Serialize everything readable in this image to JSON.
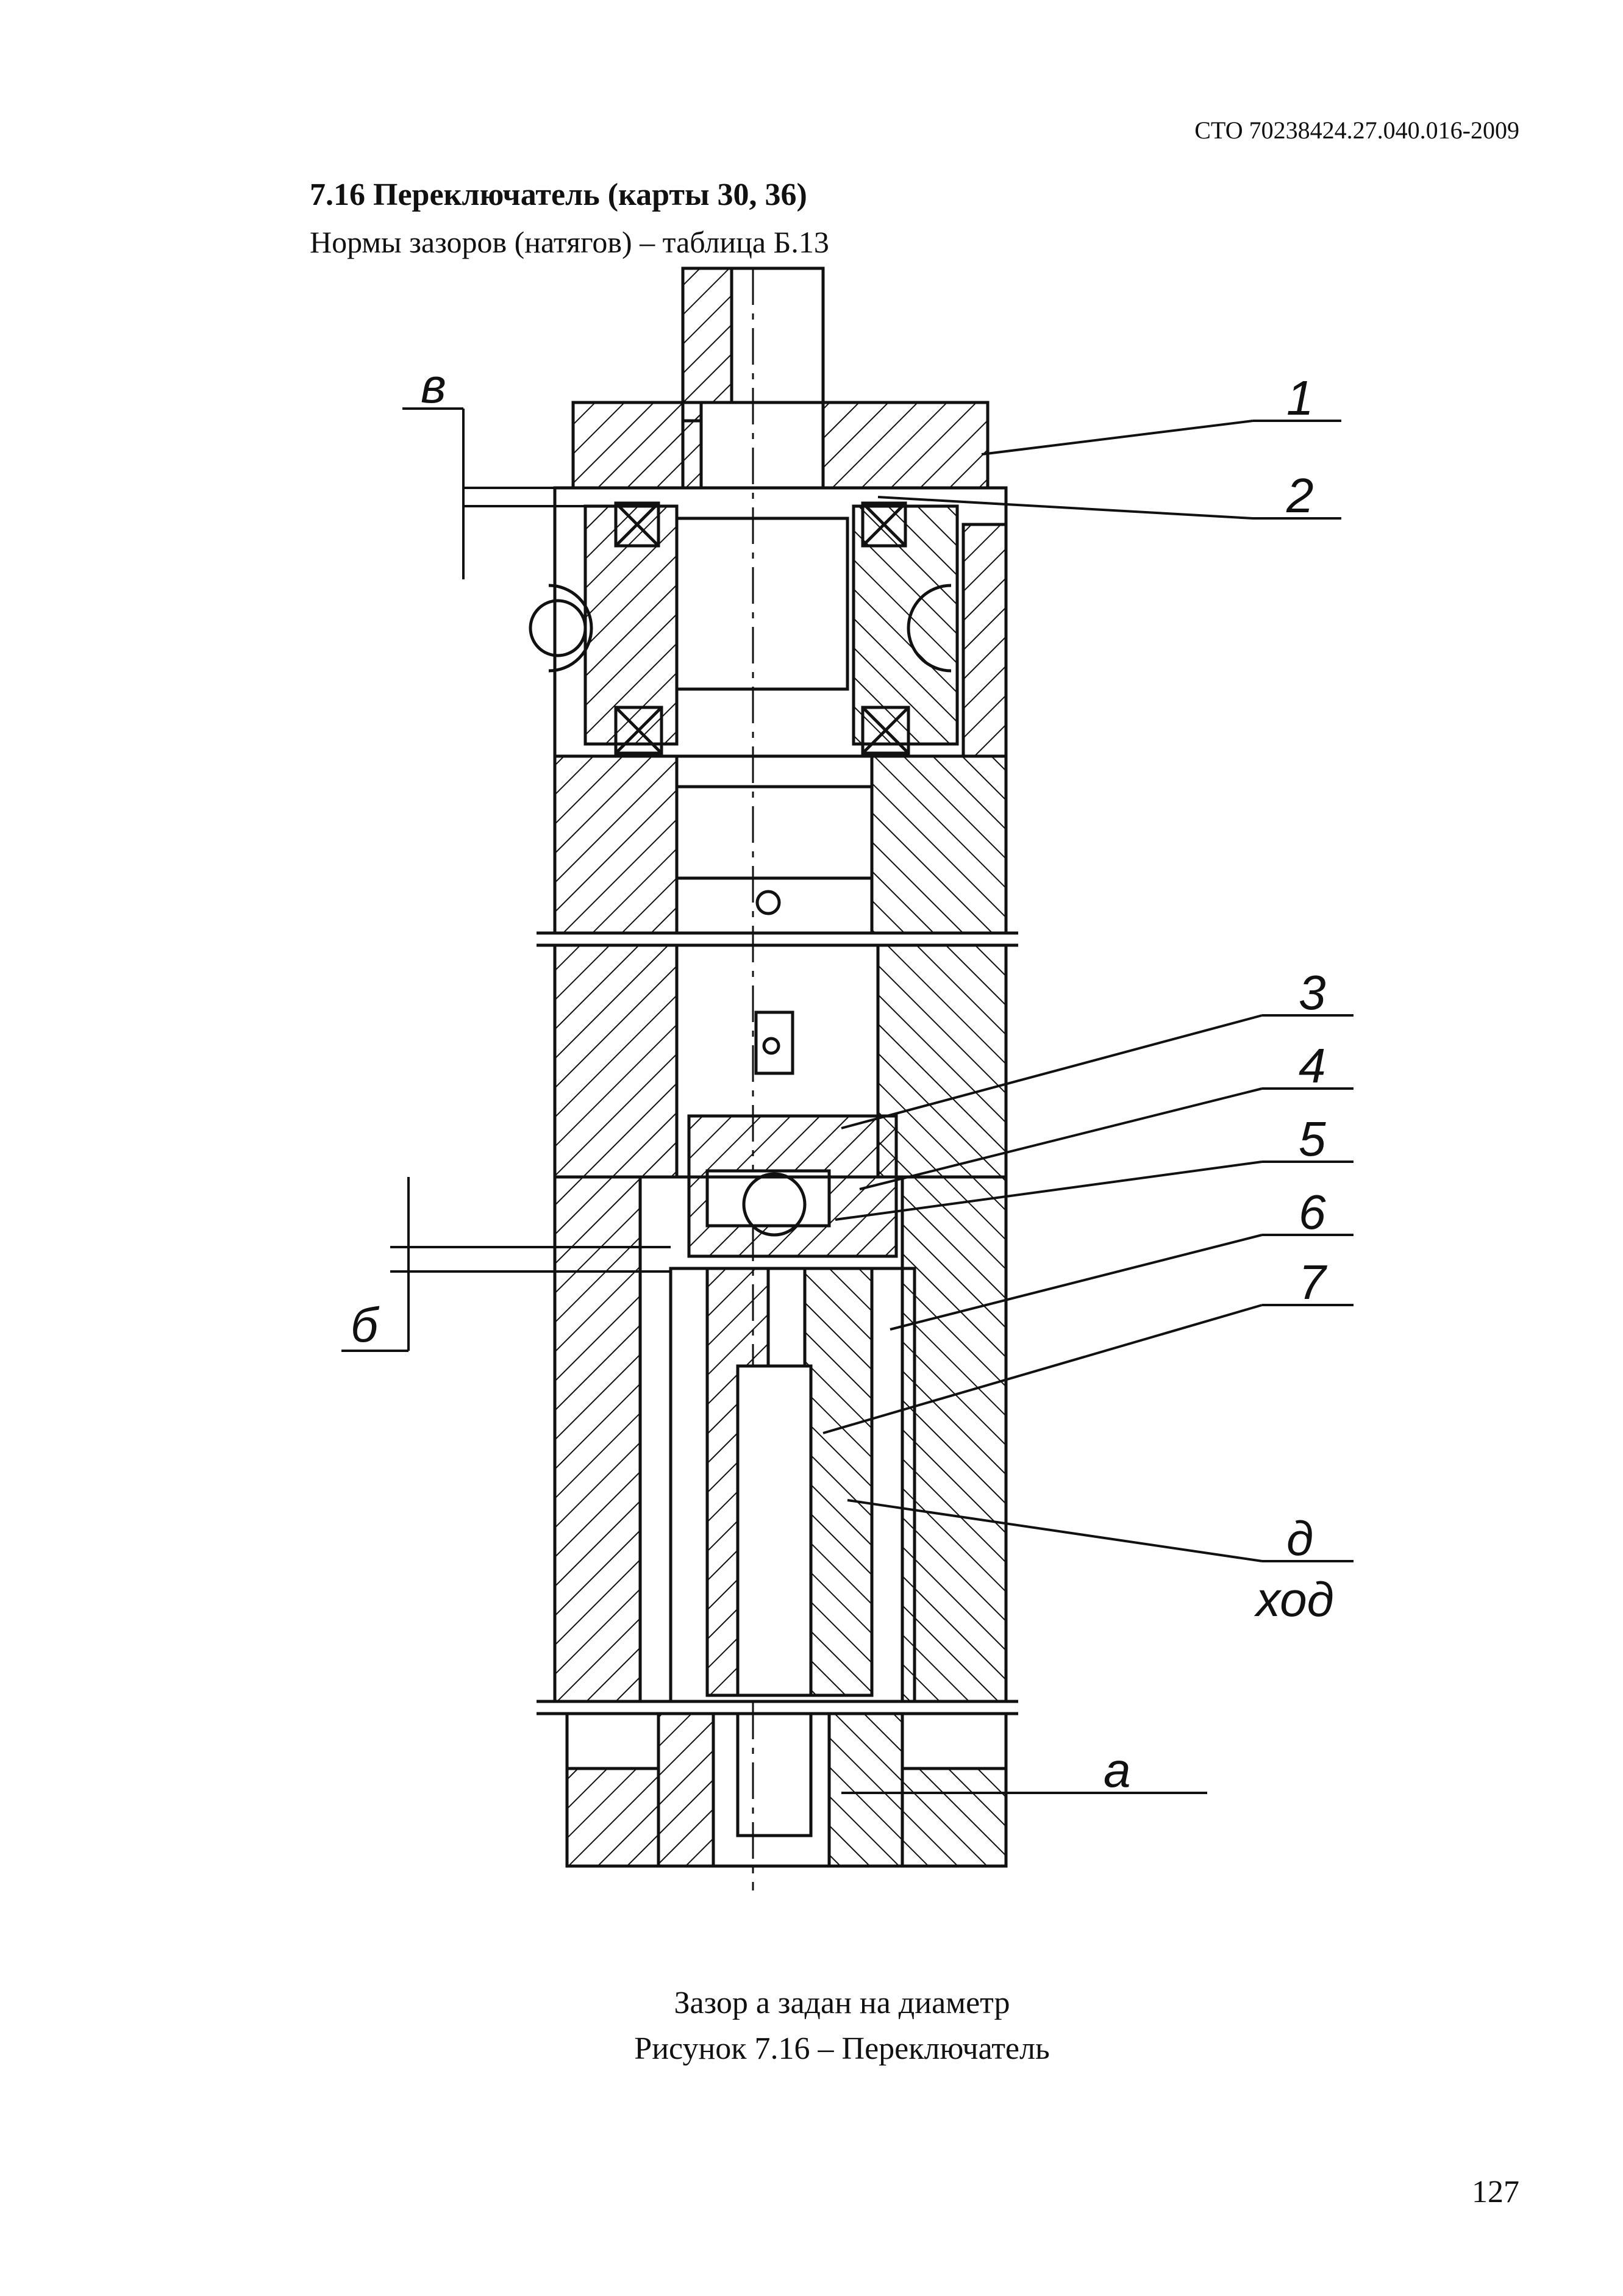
{
  "header": {
    "doc_code": "СТО 70238424.27.040.016-2009"
  },
  "section": {
    "title": "7.16 Переключатель (карты 30, 36)",
    "subtitle": "Нормы зазоров (натягов) – таблица Б.13"
  },
  "drawing": {
    "callouts": {
      "c1": "1",
      "c2": "2",
      "c3": "3",
      "c4": "4",
      "c5": "5",
      "c6": "6",
      "c7": "7",
      "v": "в",
      "b": "б",
      "d": "д",
      "khod": "ход",
      "a": "а"
    }
  },
  "caption": {
    "note": "Зазор а задан на диаметр",
    "figure": "Рисунок 7.16 – Переключатель"
  },
  "footer": {
    "page_number": "127"
  }
}
